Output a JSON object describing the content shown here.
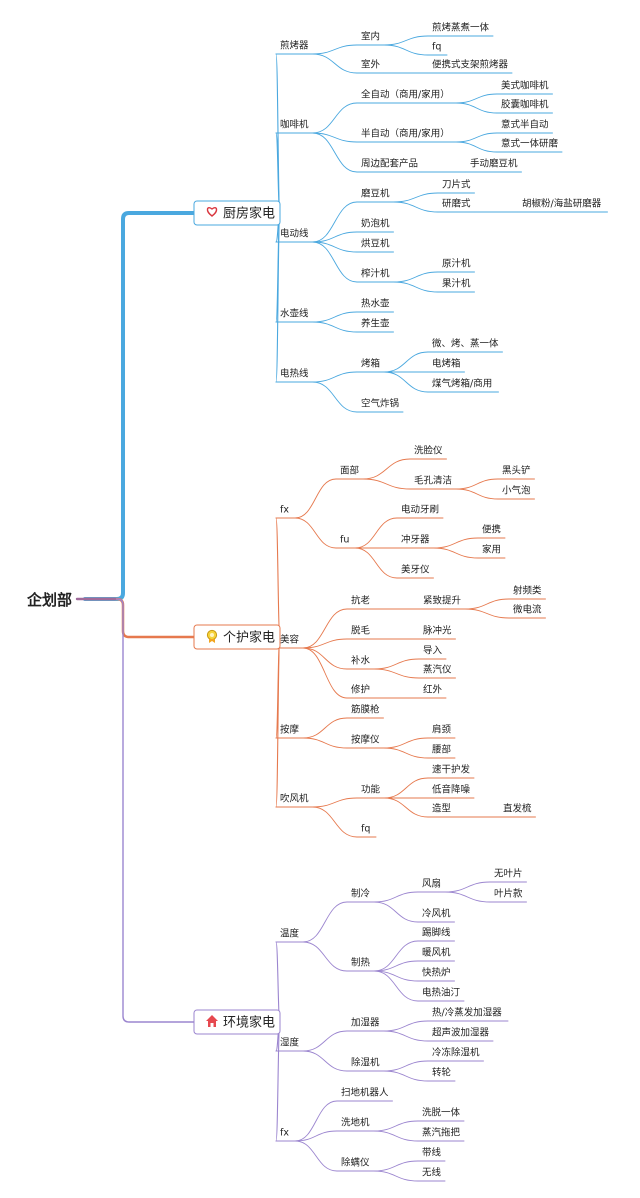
{
  "root": "企划部",
  "colors": {
    "root_link": "#a06a9a",
    "kitchen": "#4aa8df",
    "personal": "#e6794e",
    "environment": "#9b85cf"
  },
  "categories": [
    {
      "label": "厨房家电",
      "icon": "heart-icon",
      "theme": "kitchen",
      "children": [
        {
          "label": "煎烤器",
          "children": [
            {
              "label": "室内",
              "children": [
                {
                  "label": "煎烤蒸煮一体"
                },
                {
                  "label": "fq"
                }
              ]
            },
            {
              "label": "室外",
              "children": [
                {
                  "label": "便携式支架煎烤器"
                }
              ]
            }
          ]
        },
        {
          "label": "咖啡机",
          "children": [
            {
              "label": "全自动（商用/家用）",
              "children": [
                {
                  "label": "美式咖啡机"
                },
                {
                  "label": "胶囊咖啡机"
                }
              ]
            },
            {
              "label": "半自动（商用/家用）",
              "children": [
                {
                  "label": "意式半自动"
                },
                {
                  "label": "意式一体研磨"
                }
              ]
            },
            {
              "label": "周边配套产品",
              "children": [
                {
                  "label": "手动磨豆机"
                }
              ]
            }
          ]
        },
        {
          "label": "电动线",
          "children": [
            {
              "label": "磨豆机",
              "children": [
                {
                  "label": "刀片式"
                },
                {
                  "label": "研磨式",
                  "children": [
                    {
                      "label": "胡椒粉/海盐研磨器"
                    }
                  ]
                }
              ]
            },
            {
              "label": "奶泡机"
            },
            {
              "label": "烘豆机"
            },
            {
              "label": "榨汁机",
              "children": [
                {
                  "label": "原汁机"
                },
                {
                  "label": "果汁机"
                }
              ]
            }
          ]
        },
        {
          "label": "水壶线",
          "children": [
            {
              "label": "热水壶"
            },
            {
              "label": "养生壶"
            }
          ]
        },
        {
          "label": "电热线",
          "children": [
            {
              "label": "烤箱",
              "children": [
                {
                  "label": "微、烤、蒸一体"
                },
                {
                  "label": "电烤箱"
                },
                {
                  "label": "煤气烤箱/商用"
                }
              ]
            },
            {
              "label": "空气炸锅"
            }
          ]
        }
      ]
    },
    {
      "label": "个护家电",
      "icon": "badge-icon",
      "theme": "personal",
      "children": [
        {
          "label": "fx",
          "children": [
            {
              "label": "面部",
              "children": [
                {
                  "label": "洗脸仪"
                },
                {
                  "label": "毛孔清洁",
                  "children": [
                    {
                      "label": "黑头铲"
                    },
                    {
                      "label": "小气泡"
                    }
                  ]
                }
              ]
            },
            {
              "label": "fu",
              "children": [
                {
                  "label": "电动牙刷"
                },
                {
                  "label": "冲牙器",
                  "children": [
                    {
                      "label": "便携"
                    },
                    {
                      "label": "家用"
                    }
                  ]
                },
                {
                  "label": "美牙仪"
                }
              ]
            }
          ]
        },
        {
          "label": "美容",
          "children": [
            {
              "label": "抗老",
              "children": [
                {
                  "label": "紧致提升",
                  "children": [
                    {
                      "label": "射频类"
                    },
                    {
                      "label": "微电流"
                    }
                  ]
                }
              ]
            },
            {
              "label": "脱毛",
              "children": [
                {
                  "label": "脉冲光"
                }
              ]
            },
            {
              "label": "补水",
              "children": [
                {
                  "label": "导入"
                },
                {
                  "label": "蒸汽仪"
                }
              ]
            },
            {
              "label": "修护",
              "children": [
                {
                  "label": "红外"
                }
              ]
            }
          ]
        },
        {
          "label": "按摩",
          "children": [
            {
              "label": "筋膜枪"
            },
            {
              "label": "按摩仪",
              "children": [
                {
                  "label": "肩颈"
                },
                {
                  "label": "腰部"
                }
              ]
            }
          ]
        },
        {
          "label": "吹风机",
          "children": [
            {
              "label": "功能",
              "children": [
                {
                  "label": "速干护发"
                },
                {
                  "label": "低音降噪"
                },
                {
                  "label": "造型",
                  "children": [
                    {
                      "label": "直发梳"
                    }
                  ]
                }
              ]
            },
            {
              "label": "fq"
            }
          ]
        }
      ]
    },
    {
      "label": "环境家电",
      "icon": "home-icon",
      "theme": "environment",
      "children": [
        {
          "label": "温度",
          "children": [
            {
              "label": "制冷",
              "children": [
                {
                  "label": "风扇",
                  "children": [
                    {
                      "label": "无叶片"
                    },
                    {
                      "label": "叶片款"
                    }
                  ]
                },
                {
                  "label": "冷风机"
                }
              ]
            },
            {
              "label": "制热",
              "children": [
                {
                  "label": "踢脚线"
                },
                {
                  "label": "暖风机"
                },
                {
                  "label": "快热炉"
                },
                {
                  "label": "电热油汀"
                }
              ]
            }
          ]
        },
        {
          "label": "湿度",
          "children": [
            {
              "label": "加湿器",
              "children": [
                {
                  "label": "热/冷蒸发加湿器"
                },
                {
                  "label": "超声波加湿器"
                }
              ]
            },
            {
              "label": "除湿机",
              "children": [
                {
                  "label": "冷冻除湿机"
                },
                {
                  "label": "转轮"
                }
              ]
            }
          ]
        },
        {
          "label": "fx",
          "children": [
            {
              "label": "扫地机器人"
            },
            {
              "label": "洗地机",
              "children": [
                {
                  "label": "洗脱一体"
                },
                {
                  "label": "蒸汽拖把"
                }
              ]
            },
            {
              "label": "除螨仪",
              "children": [
                {
                  "label": "带线"
                },
                {
                  "label": "无线"
                }
              ]
            }
          ]
        }
      ]
    }
  ]
}
